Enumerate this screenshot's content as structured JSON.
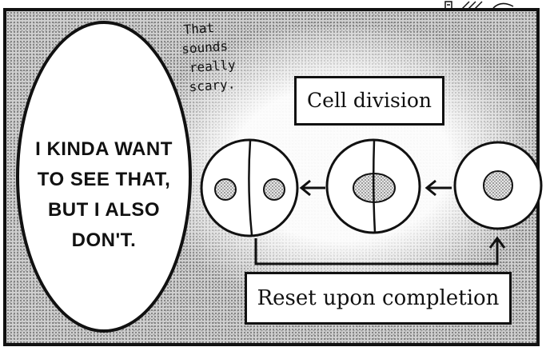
{
  "speech_bubble": {
    "lines": [
      "I KINDA WANT",
      "TO SEE THAT,",
      "BUT I ALSO",
      "DON'T."
    ]
  },
  "aside_text": {
    "lines": [
      "That",
      "sounds",
      "really",
      "scary."
    ]
  },
  "diagram": {
    "top_label": "Cell division",
    "bottom_label": "Reset upon completion"
  },
  "colors": {
    "ink": "#111111",
    "paper": "#ffffff",
    "screentone": "#cfcfcf"
  }
}
